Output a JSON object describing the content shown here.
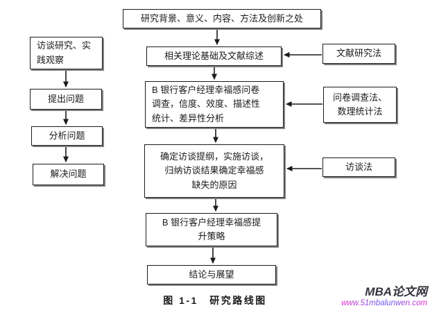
{
  "figure": {
    "caption": "图 1-1　研究路线图"
  },
  "flowchart": {
    "top_box": "研究背景、意义、内容、方法及创新之处",
    "left_flow": [
      "访谈研究、实\n践观察",
      "提出问题",
      "分析问题",
      "解决问题"
    ],
    "main_flow": [
      "相关理论基础及文献综述",
      "B 银行客户经理幸福感问卷\n调查，信度、效度、描述性\n统计、差异性分析",
      "确定访谈提纲，实施访谈，\n归纳访谈结果确定幸福感\n缺失的原因",
      "B 银行客户经理幸福感提\n升策略",
      "结论与展望"
    ],
    "method_boxes": [
      "文献研究法",
      "问卷调查法、\n数理统计法",
      "访谈法"
    ]
  },
  "watermark": {
    "site_name": "MBA论文网",
    "site_url": "www.51mbalunwen.com"
  },
  "colors": {
    "line": "#1a1a1a",
    "box_border": "#1a1a1a",
    "box_shadow": "#808080",
    "text": "#1a1a1a",
    "watermark_name": "#34343e",
    "watermark_url_start": "#e828c6",
    "watermark_url_mid": "#5b5bee",
    "watermark_url_end": "#e828c6"
  }
}
